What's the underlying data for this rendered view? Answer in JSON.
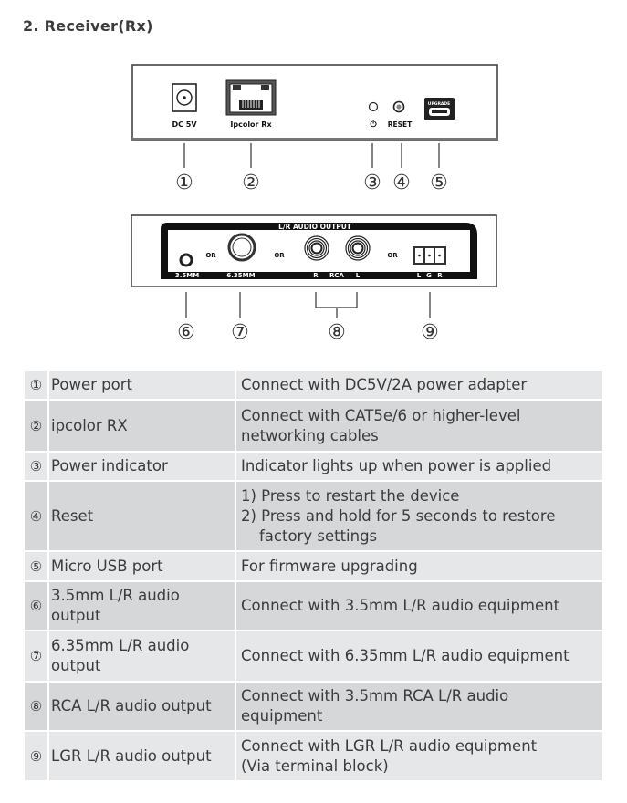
{
  "section": {
    "title": "2. Receiver(Rx)"
  },
  "front_panel": {
    "labels": {
      "dc": "DC 5V",
      "lan": "Ipcolor Rx",
      "power_symbol": "⏻",
      "reset": "RESET",
      "upgrade": "UPGRADE"
    },
    "callouts": [
      "①",
      "②",
      "③",
      "④",
      "⑤"
    ]
  },
  "rear_panel": {
    "header": "L/R AUDIO OUTPUT",
    "labels": {
      "mm35": "3.5MM",
      "mm635": "6.35MM",
      "or": "OR",
      "rca_r": "R",
      "rca": "RCA",
      "rca_l": "L",
      "lgr_l": "L",
      "lgr_g": "G",
      "lgr_r": "R"
    },
    "callouts": [
      "⑥",
      "⑦",
      "⑧",
      "⑨"
    ]
  },
  "table": {
    "rows": [
      {
        "num": "①",
        "name": [
          "Power port"
        ],
        "desc": [
          "Connect with DC5V/2A power adapter"
        ],
        "shade": "light"
      },
      {
        "num": "②",
        "name": [
          "ipcolor RX"
        ],
        "desc": [
          "Connect with CAT5e/6 or higher-level",
          "networking cables"
        ],
        "shade": "dark"
      },
      {
        "num": "③",
        "name": [
          "Power indicator"
        ],
        "desc": [
          "Indicator lights up when power is applied"
        ],
        "shade": "light"
      },
      {
        "num": "④",
        "name": [
          "Reset"
        ],
        "desc": [
          "1) Press to restart the device",
          "2) Press and hold for 5 seconds to restore",
          "factory settings"
        ],
        "shade": "dark"
      },
      {
        "num": "⑤",
        "name": [
          "Micro USB port"
        ],
        "desc": [
          "For firmware upgrading"
        ],
        "shade": "light"
      },
      {
        "num": "⑥",
        "name": [
          "3.5mm L/R audio",
          "output"
        ],
        "desc": [
          "Connect with 3.5mm L/R audio equipment"
        ],
        "shade": "dark"
      },
      {
        "num": "⑦",
        "name": [
          "6.35mm L/R audio",
          "output"
        ],
        "desc": [
          "Connect with 6.35mm L/R audio equipment"
        ],
        "shade": "light"
      },
      {
        "num": "⑧",
        "name": [
          "RCA L/R audio output"
        ],
        "desc": [
          "Connect with 3.5mm RCA L/R audio",
          "equipment"
        ],
        "shade": "dark"
      },
      {
        "num": "⑨",
        "name": [
          "LGR L/R audio output"
        ],
        "desc": [
          "Connect with LGR L/R audio equipment",
          "(Via terminal block)"
        ],
        "shade": "light"
      }
    ]
  }
}
